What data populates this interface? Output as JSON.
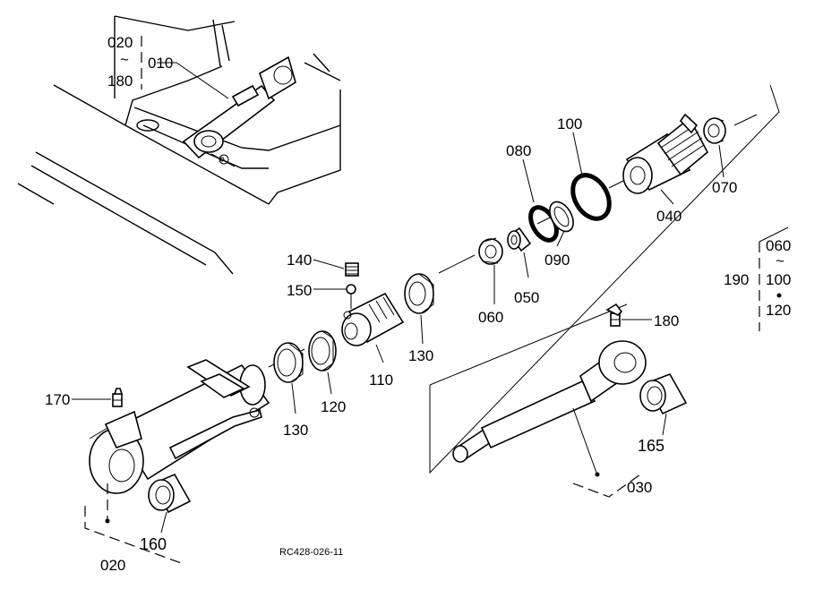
{
  "labels": {
    "p010": "010",
    "p020a": "020",
    "p180a": "180",
    "tilde": "~",
    "p100": "100",
    "p080": "080",
    "p070": "070",
    "p040": "040",
    "p090": "090",
    "p050": "050",
    "p060": "060",
    "p140": "140",
    "p150": "150",
    "p130a": "130",
    "p110": "110",
    "p130b": "130",
    "p120": "120",
    "p180b": "180",
    "p170": "170",
    "p165": "165",
    "p030": "030",
    "p160": "160",
    "p020b": "020",
    "p190": "190",
    "p060b": "060",
    "p100b": "100",
    "p120b": "120"
  },
  "reference_code": "RC428-026-11"
}
